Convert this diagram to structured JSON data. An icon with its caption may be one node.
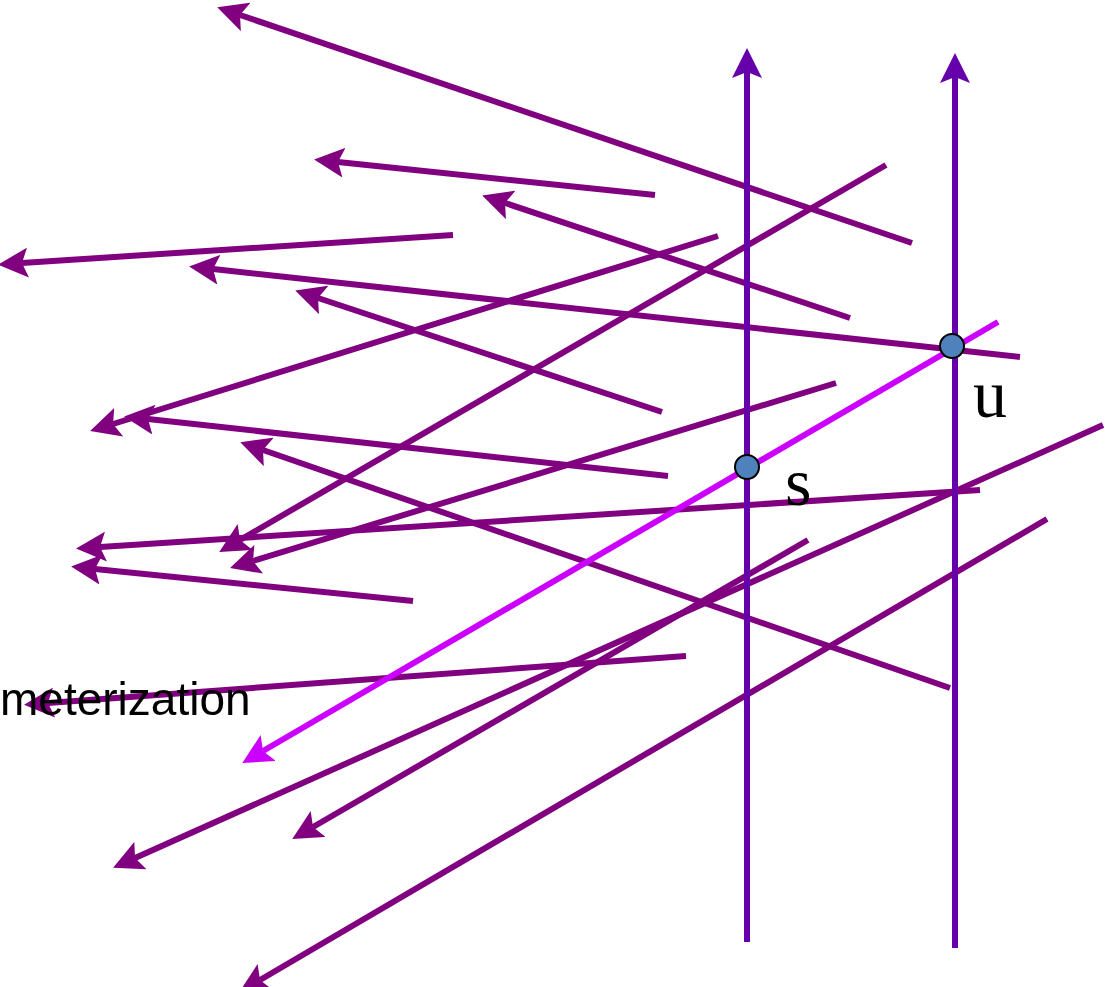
{
  "diagram": {
    "labels": [
      "u",
      "s",
      "meterization"
    ]
  }
}
